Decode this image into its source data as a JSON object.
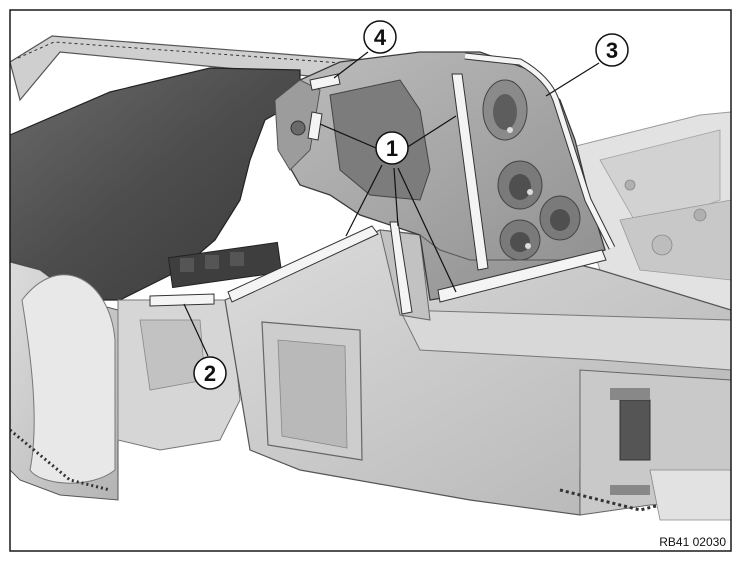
{
  "callouts": [
    {
      "id": "1",
      "label": "1"
    },
    {
      "id": "2",
      "label": "2"
    },
    {
      "id": "3",
      "label": "3"
    },
    {
      "id": "4",
      "label": "4"
    }
  ],
  "reference_code": "RB41 02030",
  "colors": {
    "border": "#1a1a1a",
    "body_light": "#cfcfcf",
    "body_mid": "#a9a9a9",
    "body_dark": "#5e5e5e",
    "fender_dark": "#4a4a4a",
    "strip": "#f4f4f4",
    "leader": "#111111"
  }
}
